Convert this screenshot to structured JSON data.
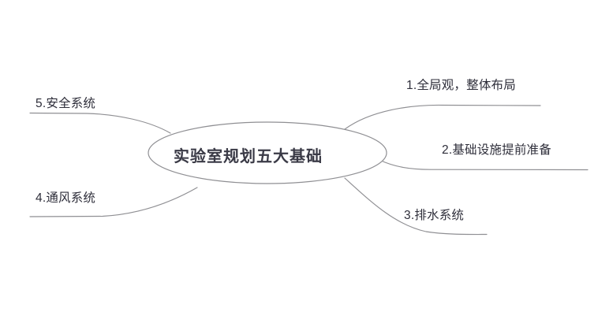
{
  "diagram": {
    "type": "mind-map",
    "title": "实验室规划五大基础",
    "background_color": "#ffffff",
    "line_color": "#8f8f93",
    "text_color": "#2e2e3a",
    "central_node": {
      "label": "实验室规划五大基础",
      "shape": "ellipse"
    },
    "branches": [
      {
        "id": 1,
        "label": "1.全局观，整体布局",
        "side": "right",
        "position": "top"
      },
      {
        "id": 2,
        "label": "2.基础设施提前准备",
        "side": "right",
        "position": "middle"
      },
      {
        "id": 3,
        "label": "3.排水系统",
        "side": "right",
        "position": "bottom"
      },
      {
        "id": 4,
        "label": "4.通风系统",
        "side": "left",
        "position": "bottom"
      },
      {
        "id": 5,
        "label": "5.安全系统",
        "side": "left",
        "position": "top"
      }
    ]
  }
}
